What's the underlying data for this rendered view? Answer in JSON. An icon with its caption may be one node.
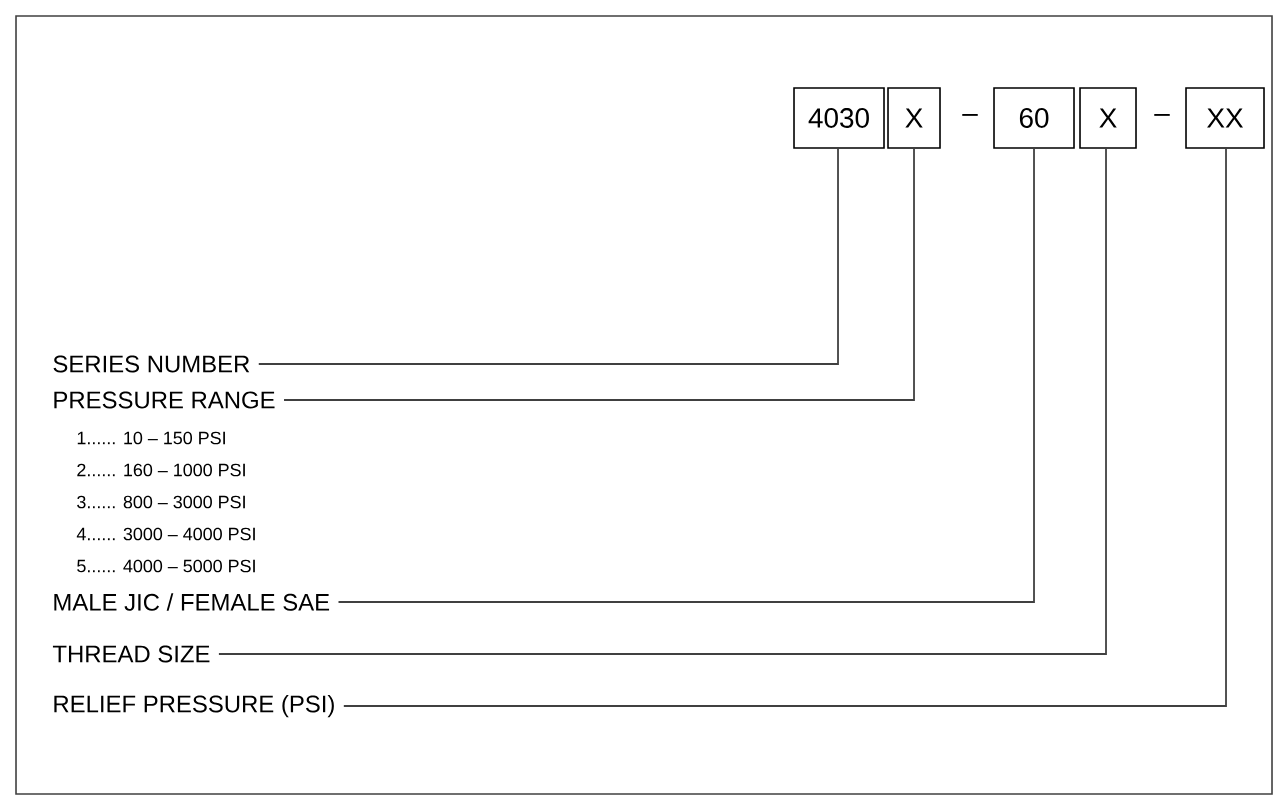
{
  "diagram": {
    "nodes": [
      {
        "text": [
          "4030"
        ]
      },
      {
        "text": [
          "X"
        ]
      },
      {
        "text": [
          "60"
        ]
      },
      {
        "text": [
          "X"
        ]
      },
      {
        "text": [
          "XX"
        ]
      },
      {
        "text": [
          "SERIES NUMBER"
        ]
      },
      {
        "text": [
          "PRESSURE RANGE"
        ]
      },
      {
        "text": [
          "MALE JIC / FEMALE SAE"
        ]
      },
      {
        "text": [
          "THREAD SIZE"
        ]
      },
      {
        "text": [
          "RELIEF PRESSURE (PSI)"
        ]
      }
    ],
    "edges": [
      {
        "from": 5,
        "to": 0,
        "arrow": "none"
      },
      {
        "from": 6,
        "to": 1,
        "arrow": "none"
      },
      {
        "from": 7,
        "to": 2,
        "arrow": "none"
      },
      {
        "from": 8,
        "to": 3,
        "arrow": "none"
      },
      {
        "from": 9,
        "to": 4,
        "arrow": "none"
      }
    ],
    "labels": [
      "–",
      "–",
      "1...... 10 – 150 PSI",
      "2...... 160 – 1000 PSI",
      "3...... 800 – 3000 PSI",
      "4...... 3000 – 4000 PSI",
      "5...... 4000 – 5000 PSI"
    ]
  }
}
